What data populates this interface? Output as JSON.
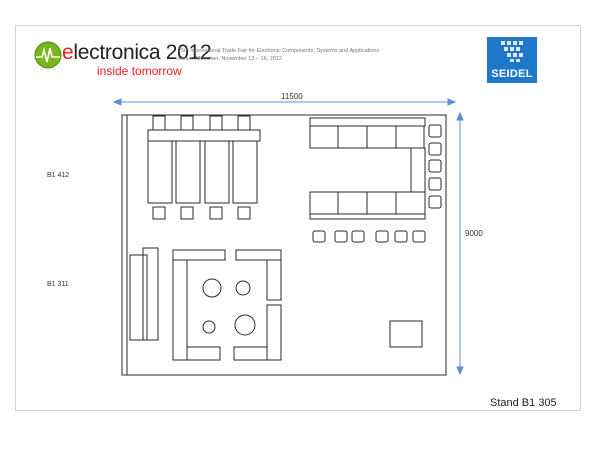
{
  "header": {
    "brand_prefix": "e",
    "brand_rest": "lectronica 2012",
    "tagline": "inside tomorrow",
    "fair_line1": "25th International Trade Fair for Electronic Components, Systems and Applications",
    "fair_line2": "Messe München, November 13 – 16, 2012",
    "company": "SEIDEL",
    "brand_color": "#ec1c24",
    "company_color": "#1f77c9"
  },
  "plan": {
    "width_label": "11500",
    "height_label": "9000",
    "neighbor_top": "B1 412",
    "neighbor_bottom": "B1 311",
    "dimension_color": "#5b8fd6"
  },
  "footer": {
    "stand_label": "Stand B1 305"
  }
}
